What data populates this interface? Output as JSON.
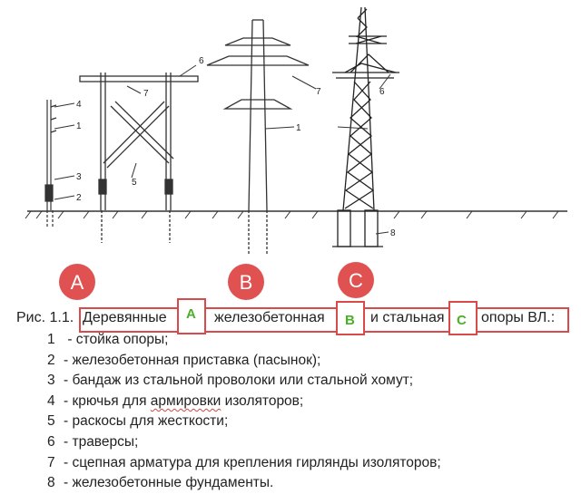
{
  "figure": {
    "labels": {
      "n1": "1",
      "n2": "2",
      "n3": "3",
      "n4": "4",
      "n5": "5",
      "n6": "6",
      "n7": "7",
      "n8": "8"
    },
    "badges": {
      "a": "A",
      "b": "B",
      "c": "C"
    },
    "badge_color": "#e05252"
  },
  "caption": {
    "prefix": "Рис. 1.1.",
    "part1": "Деревянные",
    "box_a": "A",
    "part2": "железобетонная",
    "box_b": "B",
    "part3": "и стальная",
    "box_c": "C",
    "part4": "опоры ВЛ.:",
    "frame_color": "#d94b4b",
    "letter_color": "#4caf2a"
  },
  "legend": [
    {
      "num": "1",
      "text": "- стойка опоры;"
    },
    {
      "num": "2",
      "text": "- железобетонная приставка (пасынок);"
    },
    {
      "num": "3",
      "text": "- бандаж из стальной проволоки или стальной хомут;"
    },
    {
      "num": "4",
      "text": "- крючья для ",
      "text_wavy": "армировки",
      "text_after": " изоляторов;"
    },
    {
      "num": "5",
      "text": "- раскосы для жесткости;"
    },
    {
      "num": "6",
      "text": "- траверсы;"
    },
    {
      "num": "7",
      "text": "- сцепная арматура для крепления гирлянды изоляторов;"
    },
    {
      "num": "8",
      "text": "- железобетонные фундаменты."
    }
  ]
}
